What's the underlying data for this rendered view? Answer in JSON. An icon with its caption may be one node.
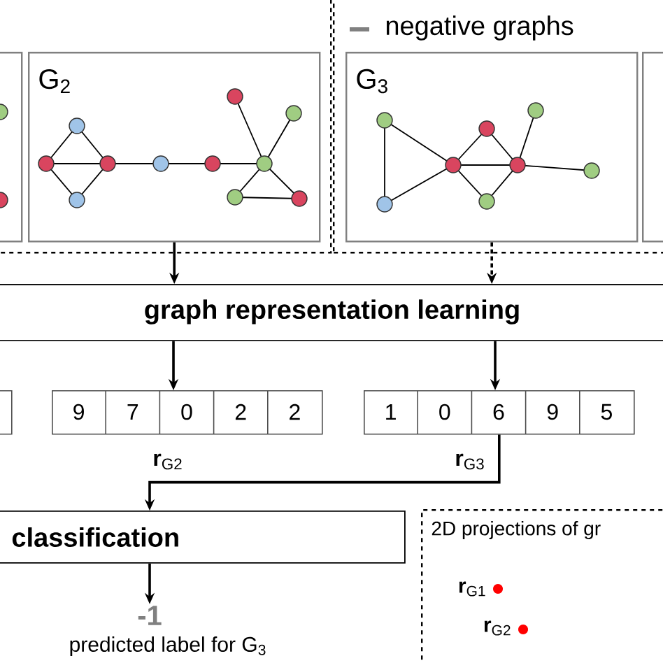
{
  "diagram": {
    "nodes": [
      {
        "text": [],
        "shape": "box"
      },
      {
        "text": [],
        "shape": "box",
        "in": 0
      },
      {
        "text": [
          "G$_{2}$"
        ],
        "in": 0
      },
      {
        "text": [
          "negative graphs"
        ]
      },
      {
        "text": [
          "G$_{3}$"
        ],
        "in": 3
      },
      {
        "text": [],
        "shape": "box",
        "in": 3
      },
      {
        "text": [
          "graph representation learning"
        ]
      },
      {
        "text": [],
        "shape": "box"
      },
      {
        "text": [
          "9",
          "7",
          "0",
          "2",
          "2"
        ],
        "beside": [
          "**r**$_{G2}$"
        ]
      },
      {
        "text": [
          "1",
          "0",
          "6",
          "9",
          "5"
        ],
        "beside": [
          "**r**$_{G3}$"
        ]
      },
      {
        "text": [
          "classification"
        ]
      },
      {
        "text": [
          "-1"
        ],
        "beside": [
          "predicted label for G$_{3}$"
        ]
      },
      {
        "text": [
          "2D projections of gr"
        ]
      }
    ],
    "edges": [
      {
        "from": 2,
        "to": 6,
        "arrow": "to"
      },
      {
        "from": 4,
        "to": 6,
        "arrow": "to",
        "style": "dashed"
      },
      {
        "from": 6,
        "to": 8,
        "arrow": "to"
      },
      {
        "from": 6,
        "to": 9,
        "arrow": "to"
      },
      {
        "from": 9,
        "to": 10,
        "arrow": "to"
      },
      {
        "from": 10,
        "to": 11,
        "arrow": "to"
      }
    ],
    "labels": [
      "**r**$_{G1}$",
      "**r**$_{G2}$"
    ]
  }
}
